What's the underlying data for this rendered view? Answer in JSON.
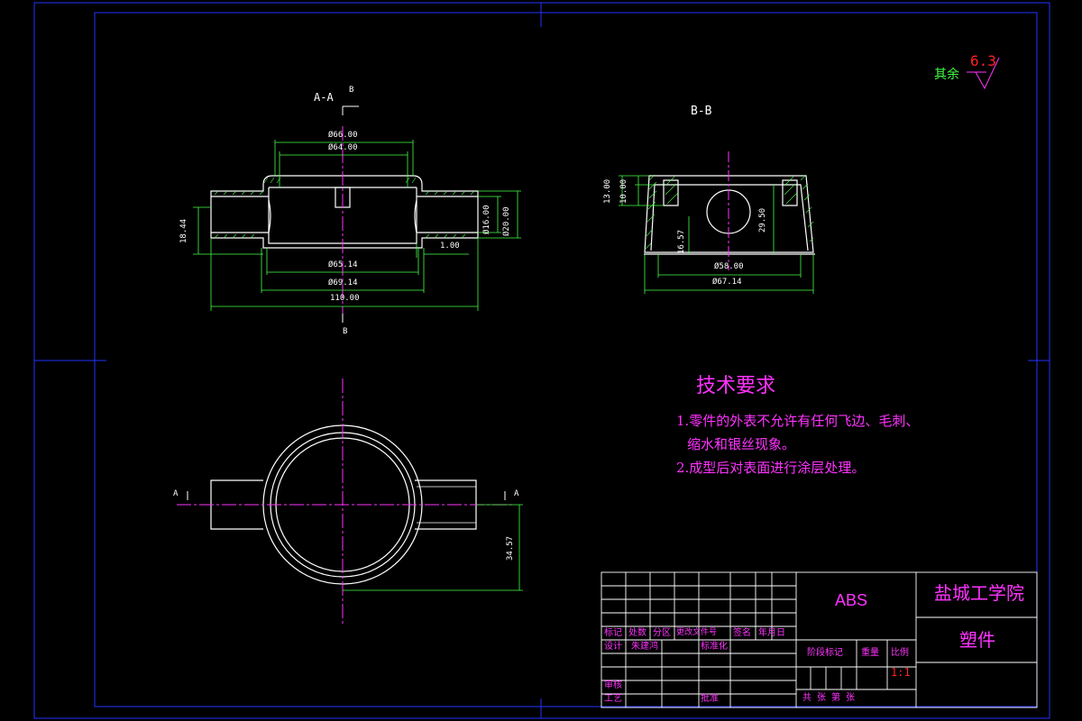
{
  "views": {
    "aa_label": "A-A",
    "bb_label": "B-B",
    "section_marker": "B",
    "section_marker_a": "A"
  },
  "surface_finish": {
    "prefix": "其余",
    "value": "6.3"
  },
  "dimensions_aa": {
    "d_outer_top": "Ø66.00",
    "d_inner_top": "Ø64.00",
    "d_bottom_inner": "Ø65.14",
    "d_bottom_outer": "Ø69.14",
    "total_length": "110.00",
    "left_height": "18.44",
    "step": "1.00",
    "pipe_inner": "Ø16.00",
    "pipe_outer": "Ø20.00"
  },
  "dimensions_bb": {
    "h13": "13.00",
    "h10": "10.00",
    "h1657": "16.57",
    "h2950": "29.50",
    "d58": "Ø58.00",
    "d6714": "Ø67.14"
  },
  "dimensions_top": {
    "offset": "34.57"
  },
  "requirements": {
    "title": "技术要求",
    "line1": "1.零件的外表不允许有任何飞边、毛刺、",
    "line2": "缩水和银丝现象。",
    "line3": "2.成型后对表面进行涂层处理。"
  },
  "title_block": {
    "material": "ABS",
    "school": "盐城工学院",
    "part_name": "塑件",
    "headers": [
      "标记",
      "处数",
      "分区",
      "更改文件号",
      "签名",
      "年月日"
    ],
    "design_label": "设计",
    "designer": "朱建鸿",
    "standard_label": "标准化",
    "stage_label": "阶段标记",
    "weight_label": "重量",
    "scale_label": "比例",
    "scale_value": "1:1",
    "review_label": "审核",
    "process_label": "工艺",
    "approve_label": "批准",
    "sheet_label": "共  张  第  张"
  },
  "colors": {
    "background": "#000000",
    "outline": "#ffffff",
    "dimension": "#44ff44",
    "annotation": "#ff33ff",
    "frame": "#2233ff"
  }
}
